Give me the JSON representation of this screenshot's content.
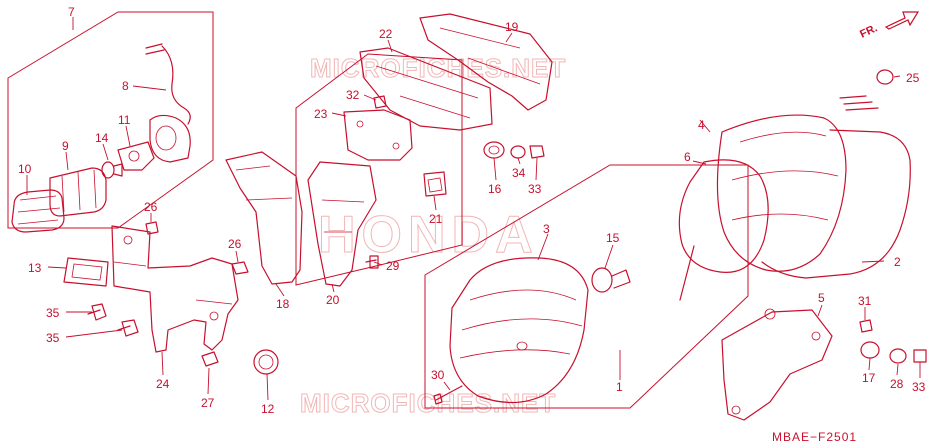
{
  "diagram": {
    "drawing_code": "MBAE−F2501",
    "direction_label": "FR.",
    "watermark_top": "MICROFICHES.NET",
    "watermark_bottom": "MICROFICHES.NET",
    "watermark_brand": "HONDA",
    "callouts": [
      {
        "id": "c1",
        "label": "1"
      },
      {
        "id": "c2",
        "label": "2"
      },
      {
        "id": "c3",
        "label": "3"
      },
      {
        "id": "c4",
        "label": "4"
      },
      {
        "id": "c5",
        "label": "5"
      },
      {
        "id": "c6",
        "label": "6"
      },
      {
        "id": "c7",
        "label": "7"
      },
      {
        "id": "c8",
        "label": "8"
      },
      {
        "id": "c9",
        "label": "9"
      },
      {
        "id": "c10",
        "label": "10"
      },
      {
        "id": "c11",
        "label": "11"
      },
      {
        "id": "c12",
        "label": "12"
      },
      {
        "id": "c13",
        "label": "13"
      },
      {
        "id": "c14",
        "label": "14"
      },
      {
        "id": "c15",
        "label": "15"
      },
      {
        "id": "c16",
        "label": "16"
      },
      {
        "id": "c17",
        "label": "17"
      },
      {
        "id": "c18",
        "label": "18"
      },
      {
        "id": "c19",
        "label": "19"
      },
      {
        "id": "c20",
        "label": "20"
      },
      {
        "id": "c21",
        "label": "21"
      },
      {
        "id": "c22",
        "label": "22"
      },
      {
        "id": "c23",
        "label": "23"
      },
      {
        "id": "c24",
        "label": "24"
      },
      {
        "id": "c25",
        "label": "25"
      },
      {
        "id": "c26a",
        "label": "26"
      },
      {
        "id": "c26b",
        "label": "26"
      },
      {
        "id": "c27",
        "label": "27"
      },
      {
        "id": "c28",
        "label": "28"
      },
      {
        "id": "c29",
        "label": "29"
      },
      {
        "id": "c30",
        "label": "30"
      },
      {
        "id": "c31",
        "label": "31"
      },
      {
        "id": "c32",
        "label": "32"
      },
      {
        "id": "c33a",
        "label": "33"
      },
      {
        "id": "c33b",
        "label": "33"
      },
      {
        "id": "c34",
        "label": "34"
      },
      {
        "id": "c35a",
        "label": "35"
      },
      {
        "id": "c35b",
        "label": "35"
      }
    ]
  }
}
